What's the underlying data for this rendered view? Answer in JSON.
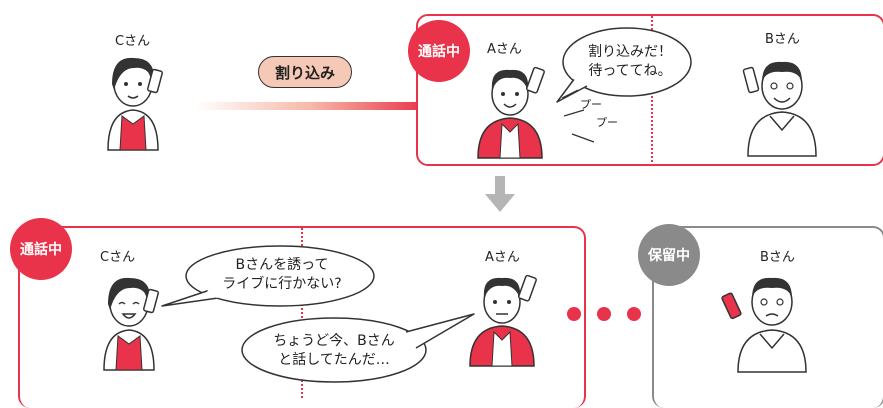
{
  "colors": {
    "accent": "#e8334a",
    "hold": "#8a8a8a",
    "arrow_gray": "#b5b5b5",
    "pill": "#f5c9b5"
  },
  "top": {
    "caller_c": {
      "name": "Cさん"
    },
    "interrupt_label": "割り込み",
    "call_panel": {
      "badge": "通話中",
      "person_a": {
        "name": "Aさん"
      },
      "person_b": {
        "name": "Bさん"
      },
      "bubble": {
        "line1": "割り込みだ！",
        "line2": "待っててね。"
      },
      "tone1": "プー",
      "tone2": "プー"
    }
  },
  "bottom": {
    "call_panel": {
      "badge": "通話中",
      "person_c": {
        "name": "Cさん"
      },
      "person_a": {
        "name": "Aさん"
      },
      "bubble_c": {
        "line1": "Bさんを誘って",
        "line2": "ライブに行かない?"
      },
      "bubble_a": {
        "line1": "ちょうど今、Bさん",
        "line2": "と話してたんだ…"
      }
    },
    "hold_panel": {
      "badge": "保留中",
      "person_b": {
        "name": "Bさん"
      }
    }
  }
}
